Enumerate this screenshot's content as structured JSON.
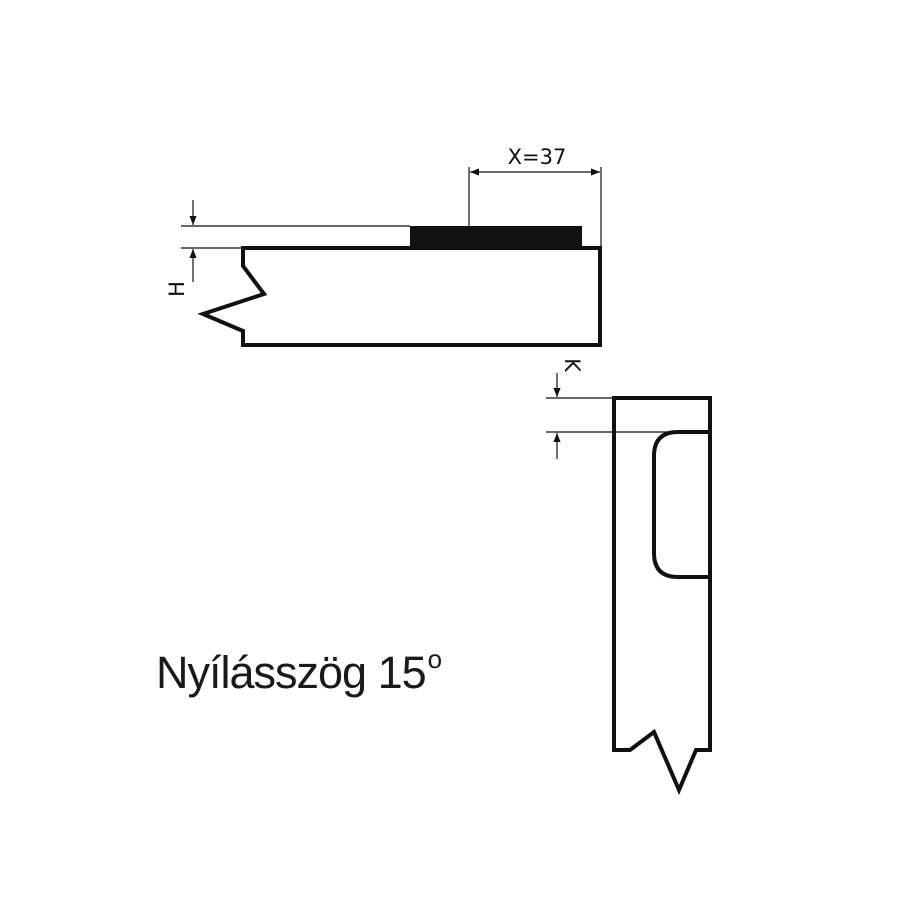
{
  "dimensions": {
    "x_label": "X=37",
    "h_label": "H",
    "k_label": "K"
  },
  "caption": {
    "text": "Nyílásszög 15",
    "superscript": "o"
  },
  "colors": {
    "line": "#111111",
    "hinge_plate": "#111111",
    "background": "#ffffff"
  }
}
